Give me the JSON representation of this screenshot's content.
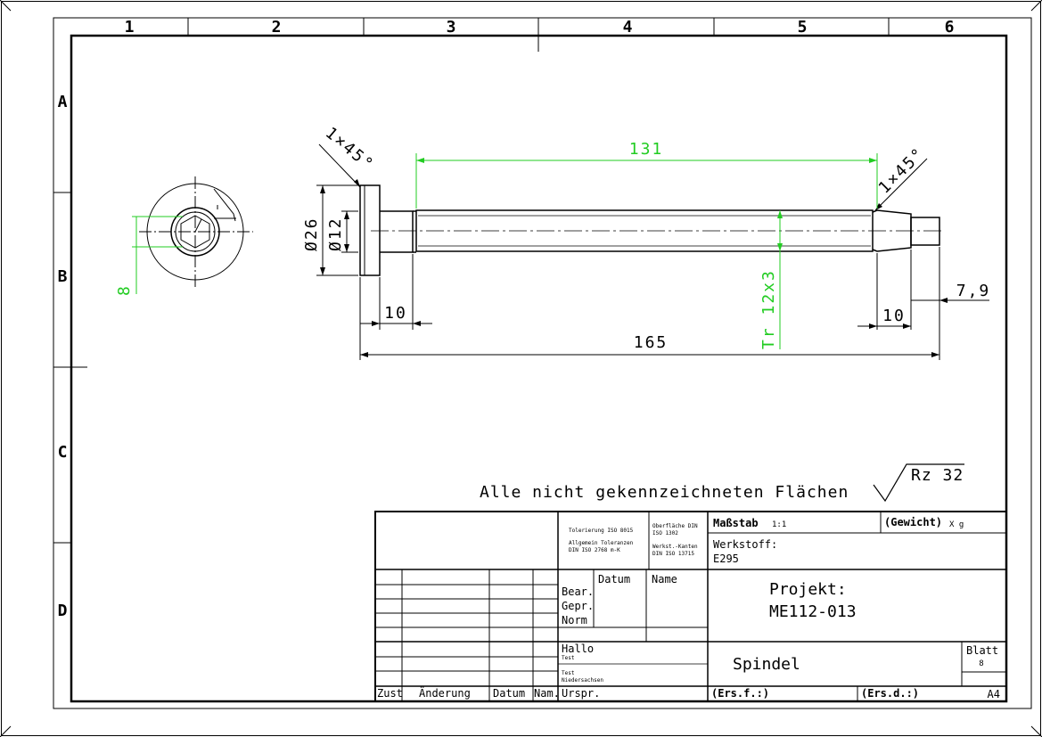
{
  "frame": {
    "columns": [
      "1",
      "2",
      "3",
      "4",
      "5",
      "6"
    ],
    "rows": [
      "A",
      "B",
      "C",
      "D"
    ]
  },
  "colors": {
    "dimension_green": "#22cc22",
    "line": "#000000"
  },
  "drawing": {
    "dim_length_thread": "131",
    "dim_total_length": "165",
    "dim_left_shoulder": "10",
    "dim_right_shoulder": "10",
    "dim_right_offset": "7,9",
    "dim_dia_large": "Ø26",
    "dim_dia_small": "Ø12",
    "dim_thread": "Tr 12x3",
    "dim_hex": "8",
    "chamfer_left": "1×45°",
    "chamfer_right": "1×45°"
  },
  "surface": {
    "note": "Alle nicht gekennzeichneten Flächen",
    "roughness": "Rz 32"
  },
  "titleblock": {
    "tol_line1": "Tolerierung ISO 8015",
    "tol_line2": "Allgemein Toleranzen",
    "tol_line3": "DIN ISO 2768 m-K",
    "surf_line1": "Oberfläche DIN",
    "surf_line2": "ISO 1302",
    "edge_line1": "Werkst.-Kanten",
    "edge_line2": "DIN ISO 13715",
    "scale_label": "Maßstab",
    "scale_value": "1:1",
    "weight_label": "(Gewicht)",
    "weight_value": "X g",
    "material_label": "Werkstoff:",
    "material_value": "E295",
    "date_header": "Datum",
    "name_header": "Name",
    "bear": "Bear.",
    "gepr": "Gepr.",
    "norm": "Norm",
    "project_label": "Projekt:",
    "project_number": "ME112-013",
    "company": "Hallo",
    "company_sub": "Test",
    "company_line3": "Test",
    "company_line4": "Niedersachsen",
    "part_name": "Spindel",
    "sheet_label": "Blatt",
    "sheet_number": "8",
    "zust": "Zust",
    "aenderung": "Änderung",
    "datum": "Datum",
    "nam": "Nam.",
    "urspr": "Urspr.",
    "ers_f": "(Ers.f.:)",
    "ers_d": "(Ers.d.:)",
    "format": "A4"
  }
}
